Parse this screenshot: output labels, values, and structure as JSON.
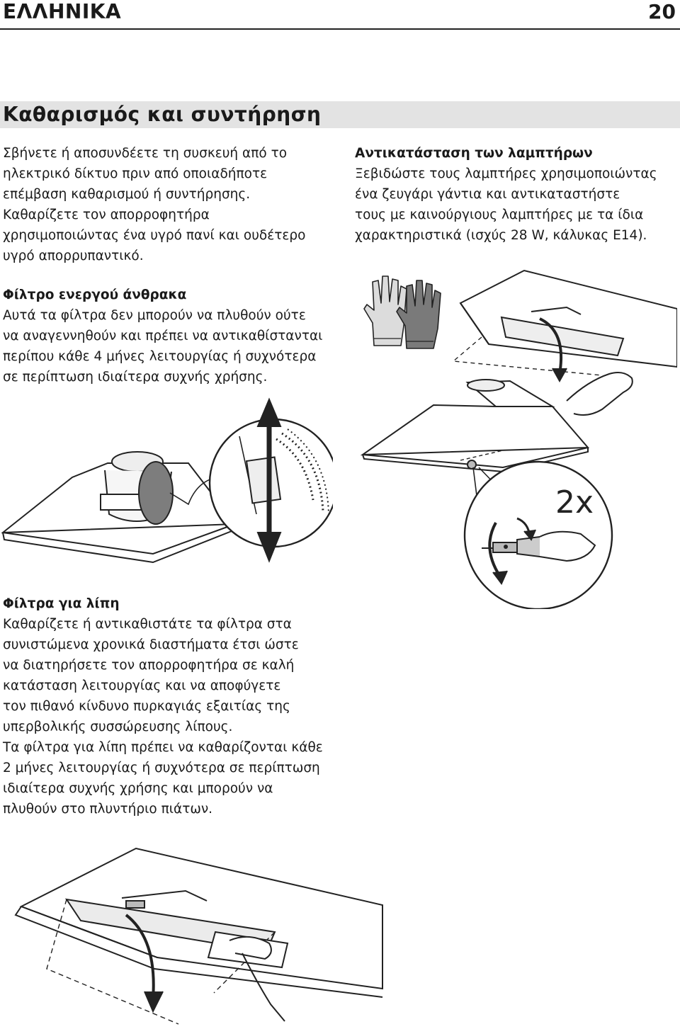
{
  "header": {
    "language": "ΕΛΛΗΝΙΚΑ",
    "page_number": "20"
  },
  "section": {
    "title": "Καθαρισμός και συντήρηση"
  },
  "intro": {
    "lines": [
      "Σβήνετε ή αποσυνδέετε τη συσκευή από το",
      "ηλεκτρικό δίκτυο πριν από οποιαδήποτε",
      "επέμβαση καθαρισμού ή συντήρησης.",
      "Καθαρίζετε τον απορροφητήρα",
      "χρησιμοποιώντας ένα υγρό πανί και ουδέτερο",
      "υγρό απορρυπαντικό."
    ]
  },
  "charcoal": {
    "heading": "Φίλτρο ενεργού άνθρακα",
    "lines": [
      "Αυτά τα φίλτρα δεν μπορούν να πλυθούν ούτε",
      "να αναγεννηθούν και πρέπει να αντικαθίστανται",
      "περίπου κάθε 4 μήνες λειτουργίας ή συχνότερα",
      "σε περίπτωση ιδιαίτερα συχνής χρήσης."
    ]
  },
  "lamps": {
    "heading": "Αντικατάσταση των λαμπτήρων",
    "lines": [
      "Ξεβιδώστε τους λαμπτήρες χρησιμοποιώντας",
      "ένα ζευγάρι γάντια και αντικαταστήστε",
      "τους με καινούργιους λαμπτήρες με τα ίδια",
      "χαρακτηριστικά (ισχύς 28 W, κάλυκας E14)."
    ],
    "quantity_label": "2x"
  },
  "grease": {
    "heading": "Φίλτρα για λίπη",
    "lines": [
      "Καθαρίζετε ή αντικαθιστάτε τα φίλτρα στα",
      "συνιστώμενα χρονικά διαστήματα έτσι ώστε",
      "να διατηρήσετε τον απορροφητήρα σε καλή",
      "κατάσταση λειτουργίας και να αποφύγετε",
      "τον πιθανό κίνδυνο πυρκαγιάς εξαιτίας της",
      "υπερβολικής συσσώρευσης λίπους.",
      "Τα φίλτρα για λίπη πρέπει να καθαρίζονται κάθε",
      "2 μήνες λειτουργίας ή συχνότερα σε περίπτωση",
      "ιδιαίτερα συχνής χρήσης και μπορούν να",
      "πλυθούν στο πλυντήριο πιάτων."
    ]
  },
  "figures": {
    "gloves_icon": "gloves-icon",
    "hood_icon": "range-hood-icon",
    "bulb_icon": "light-bulb-icon",
    "charcoal_icon": "charcoal-filter-icon",
    "grease_icon": "grease-filter-icon"
  }
}
